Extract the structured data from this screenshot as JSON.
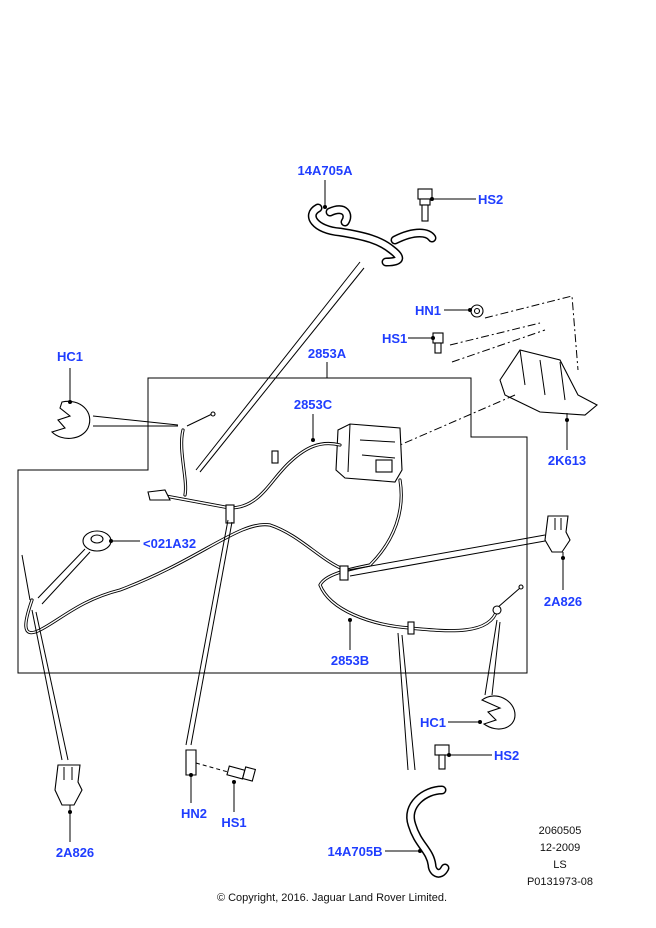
{
  "callouts": {
    "hose_upper": "14A705A",
    "hs2_upper": "HS2",
    "hn1": "HN1",
    "hs1_upper": "HS1",
    "hc1_left": "HC1",
    "cable_assembly": "2853A",
    "cable_front": "2853C",
    "bracket": "2K613",
    "grommet": "<021A32",
    "clip_right": "2A826",
    "cable_rear": "2853B",
    "hc1_right": "HC1",
    "hs2_lower": "HS2",
    "hn2": "HN2",
    "hs1_lower": "HS1",
    "clip_left": "2A826",
    "hose_lower": "14A705B"
  },
  "info": {
    "number": "2060505",
    "date": "12-2009",
    "code": "LS",
    "part_ref": "P0131973-08"
  },
  "copyright": "© Copyright, 2016. Jaguar Land Rover Limited.",
  "colors": {
    "callout": "#1f3dff",
    "line": "#000000"
  }
}
